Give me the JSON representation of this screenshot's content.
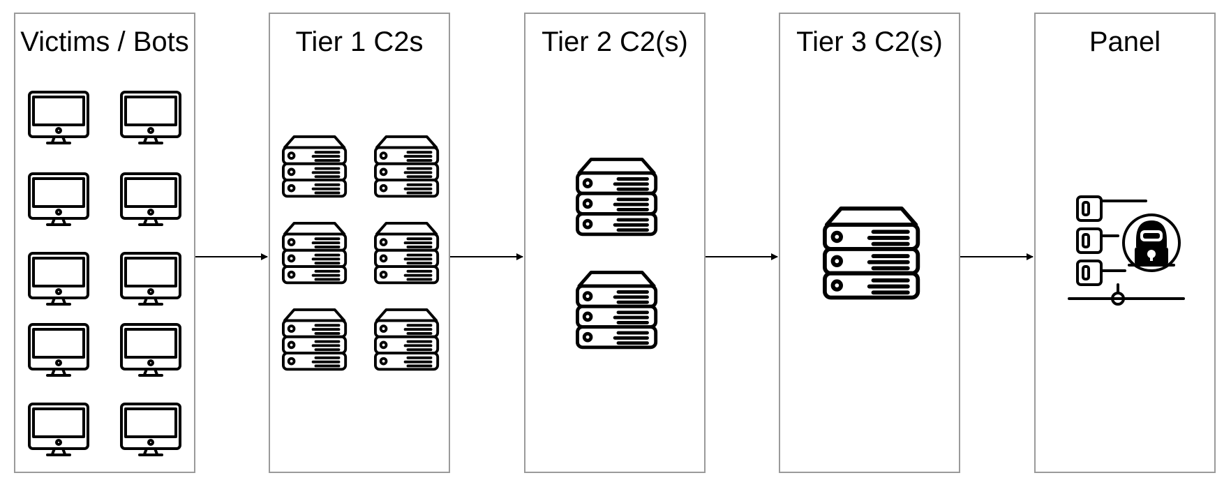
{
  "stages": [
    {
      "id": "victims",
      "title": "Victims / Bots",
      "icon": "computer-monitor-icon",
      "count": 10
    },
    {
      "id": "tier1",
      "title": "Tier 1 C2s",
      "icon": "server-rack-icon",
      "count": 6
    },
    {
      "id": "tier2",
      "title": "Tier 2 C2(s)",
      "icon": "server-rack-icon",
      "count": 2
    },
    {
      "id": "tier3",
      "title": "Tier 3 C2(s)",
      "icon": "server-rack-icon",
      "count": 1
    },
    {
      "id": "panel",
      "title": "Panel",
      "icon": "hacker-server-panel-icon",
      "count": 1
    }
  ],
  "connections": [
    {
      "from": "victims",
      "to": "tier1"
    },
    {
      "from": "tier1",
      "to": "tier2"
    },
    {
      "from": "tier2",
      "to": "tier3"
    },
    {
      "from": "tier3",
      "to": "panel"
    }
  ],
  "colors": {
    "stroke": "#000000",
    "panel_border": "#9a9a9a",
    "background": "#ffffff"
  }
}
